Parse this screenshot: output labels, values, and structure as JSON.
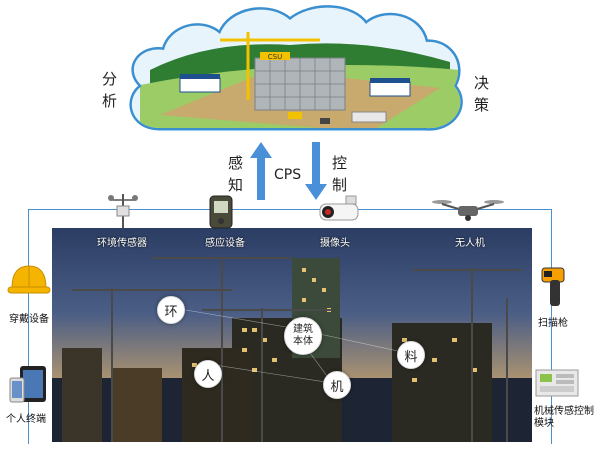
{
  "cloud": {
    "left_label_1": "分",
    "left_label_2": "析",
    "right_label_1": "决",
    "right_label_2": "策",
    "sign_text": "CSU"
  },
  "arrows": {
    "up_label_1": "感",
    "up_label_2": "知",
    "center_label": "CPS",
    "down_label_1": "控",
    "down_label_2": "制",
    "color": "#4a90d9"
  },
  "devices": {
    "env_sensor": "环境传感器",
    "perception_device": "感应设备",
    "camera": "摄像头",
    "drone": "无人机",
    "wearable": "穿戴设备",
    "terminal": "个人终端",
    "scanner": "扫描枪",
    "machine_module": "机械传感控制模块"
  },
  "circles": {
    "environment": "环",
    "building_1": "建筑",
    "building_2": "本体",
    "person": "人",
    "machine": "机",
    "material": "料"
  },
  "colors": {
    "cloud_border": "#3a8fd0",
    "frame_line": "#4a8fd0"
  }
}
